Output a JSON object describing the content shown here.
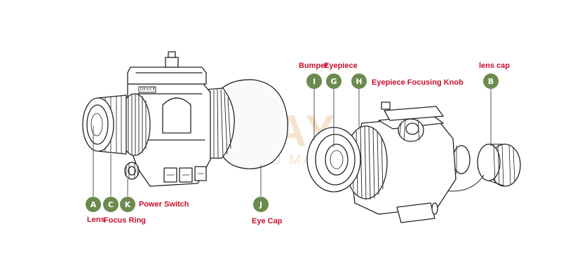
{
  "colors": {
    "callout_fill": "#6b8a4e",
    "label_red": "#c8102e",
    "line_art": "#222222",
    "watermark": "#f4e3cf"
  },
  "watermark": {
    "main": "WAY",
    "sub": "RADU MANUFACTURING"
  },
  "device_plate_text": "DEVICE",
  "callouts": {
    "A": "A",
    "C": "C",
    "K": "K",
    "J": "J",
    "I": "I",
    "G": "G",
    "H": "H",
    "B": "B"
  },
  "labels": {
    "lens": "Lens",
    "focus_ring": "Focus Ring",
    "power_switch": "Power Switch",
    "eye_cap": "Eye Cap",
    "bumper": "Bumper",
    "eyepiece": "Eyepiece",
    "eyepiece_focusing_knob": "Eyepiece Focusing Knob",
    "lens_cap": "lens cap"
  }
}
